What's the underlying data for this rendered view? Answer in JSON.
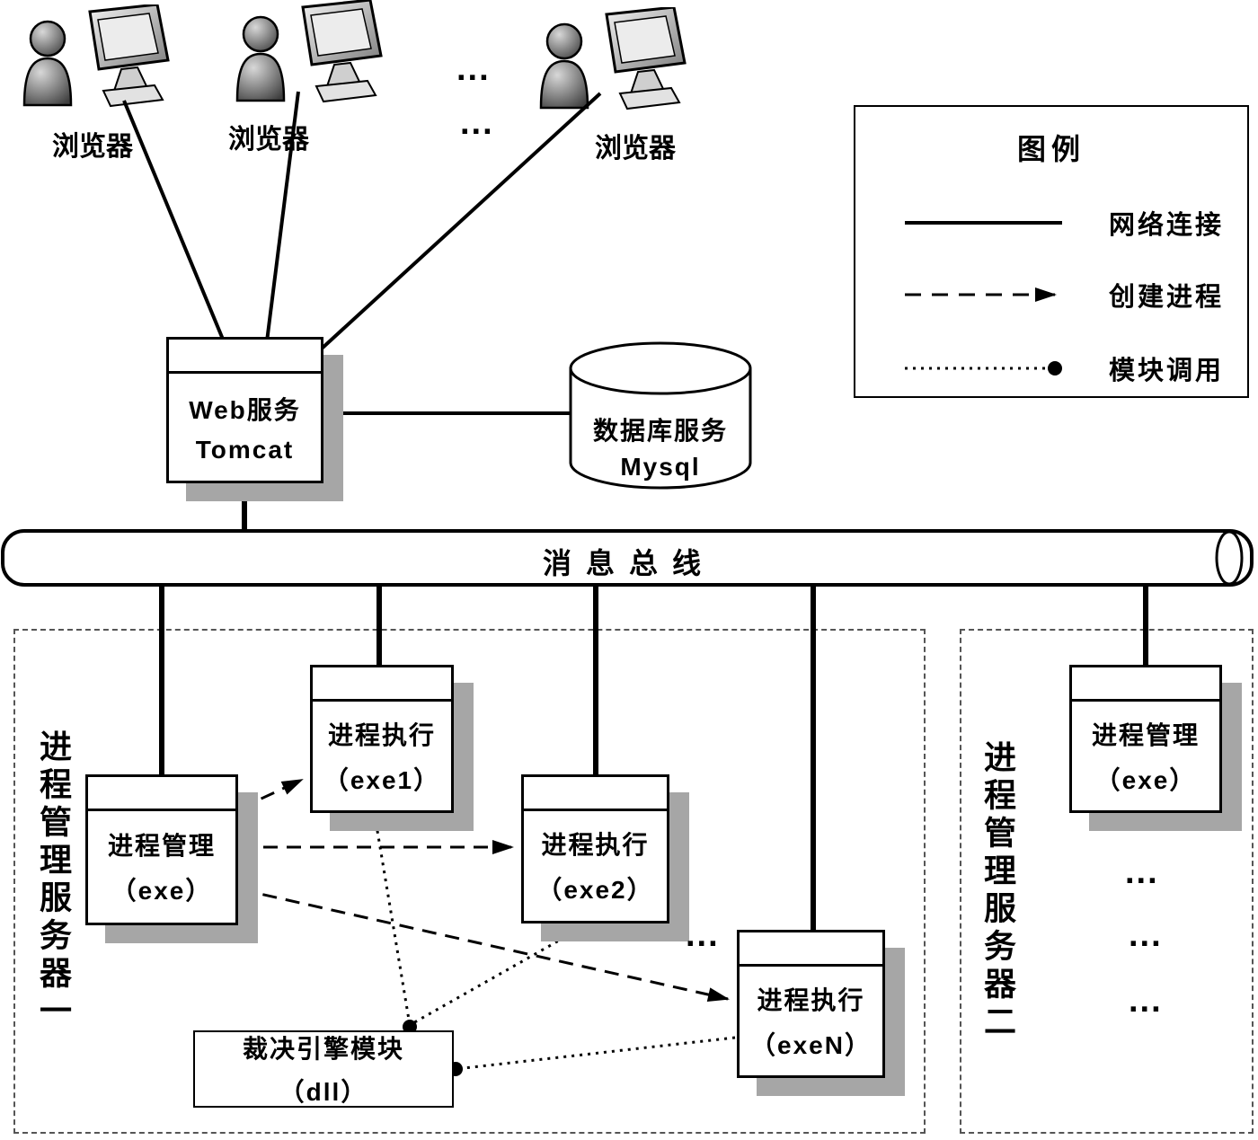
{
  "diagram": {
    "clients": [
      {
        "label": "浏览器"
      },
      {
        "label": "浏览器"
      },
      {
        "label": "浏览器"
      }
    ],
    "top_ellipsis": [
      "...",
      "..."
    ],
    "legend": {
      "title": "图例",
      "items": [
        {
          "label": "网络连接",
          "type": "solid-line"
        },
        {
          "label": "创建进程",
          "type": "dashed-arrow"
        },
        {
          "label": "模块调用",
          "type": "dotted-dot"
        }
      ]
    },
    "web_server": {
      "line1": "Web服务",
      "line2": "Tomcat"
    },
    "database": {
      "line1": "数据库服务",
      "line2": "Mysql"
    },
    "bus_label": "消息总线",
    "server1": {
      "title": "进程管理服务器一",
      "manager": {
        "line1": "进程管理",
        "line2": "（exe）"
      },
      "exe1": {
        "line1": "进程执行",
        "line2": "（exe1）"
      },
      "exe2": {
        "line1": "进程执行",
        "line2": "（exe2）"
      },
      "exeN": {
        "line1": "进程执行",
        "line2": "（exeN）"
      },
      "dll": {
        "line1": "裁决引擎模块",
        "line2": "（dll）"
      },
      "ellipsis": "..."
    },
    "server2": {
      "title": "进程管理服务器二",
      "manager": {
        "line1": "进程管理",
        "line2": "（exe）"
      },
      "ellipsis": [
        "...",
        "...",
        "..."
      ]
    }
  },
  "colors": {
    "line": "#000000",
    "shadow": "#a6a6a6",
    "frame_dash": "#555555"
  }
}
